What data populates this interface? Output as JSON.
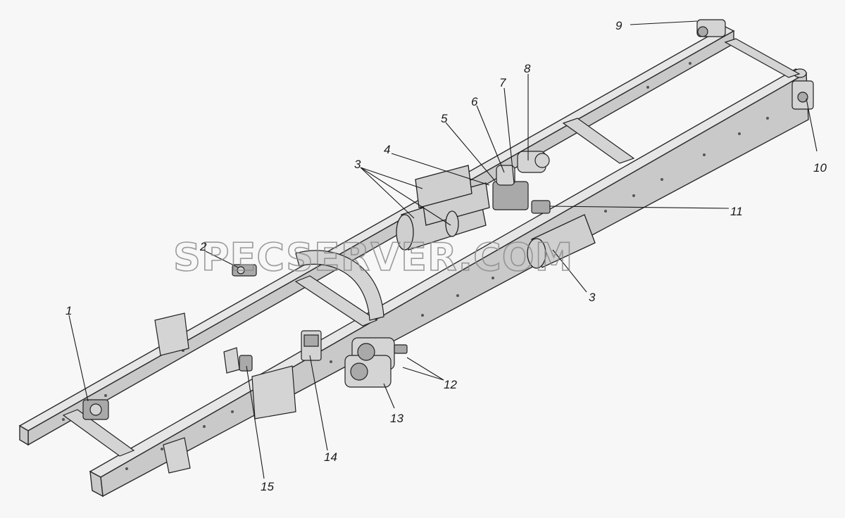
{
  "diagram": {
    "watermark": "SPECSERVER.COM",
    "callouts": [
      {
        "id": "c1",
        "text": "1"
      },
      {
        "id": "c2",
        "text": "2"
      },
      {
        "id": "c3a",
        "text": "3"
      },
      {
        "id": "c3b",
        "text": "3"
      },
      {
        "id": "c4",
        "text": "4"
      },
      {
        "id": "c5",
        "text": "5"
      },
      {
        "id": "c6",
        "text": "6"
      },
      {
        "id": "c7",
        "text": "7"
      },
      {
        "id": "c8",
        "text": "8"
      },
      {
        "id": "c9",
        "text": "9"
      },
      {
        "id": "c10",
        "text": "10"
      },
      {
        "id": "c11",
        "text": "11"
      },
      {
        "id": "c12",
        "text": "12"
      },
      {
        "id": "c13",
        "text": "13"
      },
      {
        "id": "c14",
        "text": "14"
      },
      {
        "id": "c15",
        "text": "15"
      }
    ]
  }
}
